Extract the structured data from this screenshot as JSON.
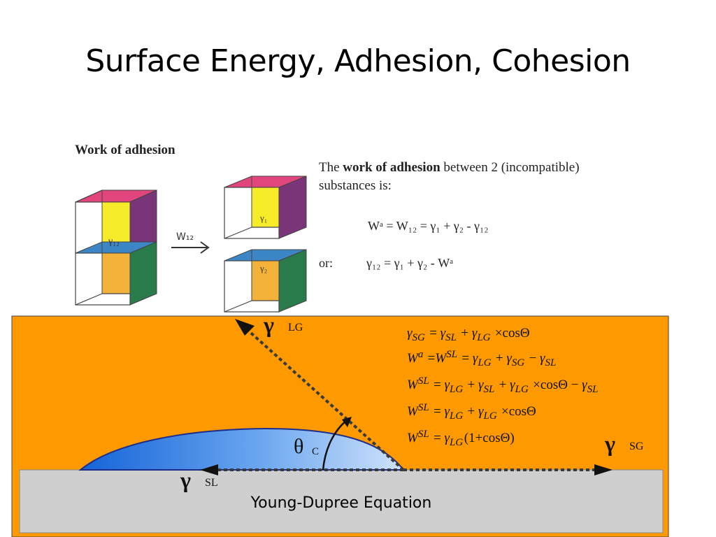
{
  "slide": {
    "title": "Surface Energy, Adhesion, Cohesion"
  },
  "adhesion": {
    "heading": "Work of adhesion",
    "text_prefix": "The ",
    "text_bold": "work of adhesion",
    "text_suffix": " between 2 (incompatible)",
    "text_line2": "substances is:",
    "equation1": "Wᵃ = W₁₂ = γ₁ + γ₂ - γ₁₂",
    "or_label": "or:",
    "equation2": "γ₁₂ = γ₁ + γ₂ - Wᵃ",
    "arrow_label": "W₁₂",
    "cube_label_interface": "γ₁₂",
    "cube_label_top": "γ₁",
    "cube_label_bottom": "γ₂"
  },
  "young": {
    "caption": "Young-Dupree Equation",
    "gamma_lg": {
      "symbol": "γ",
      "sub": "LG"
    },
    "gamma_sg": {
      "symbol": "γ",
      "sub": "SG"
    },
    "gamma_sl": {
      "symbol": "γ",
      "sub": "SL"
    },
    "theta": {
      "symbol": "θ",
      "sub": "C"
    },
    "equations": [
      [
        [
          "i",
          "γ"
        ],
        [
          "s",
          "SG"
        ],
        [
          "r",
          " = "
        ],
        [
          "i",
          "γ"
        ],
        [
          "s",
          "SL"
        ],
        [
          "r",
          " + "
        ],
        [
          "i",
          "γ"
        ],
        [
          "s",
          "LG"
        ],
        [
          "r",
          " ×cosΘ"
        ]
      ],
      [
        [
          "i",
          "W"
        ],
        [
          "p",
          "a"
        ],
        [
          "r",
          " ="
        ],
        [
          "i",
          "W"
        ],
        [
          "p",
          "SL"
        ],
        [
          "r",
          " = "
        ],
        [
          "i",
          "γ"
        ],
        [
          "s",
          "LG"
        ],
        [
          "r",
          " + "
        ],
        [
          "i",
          "γ"
        ],
        [
          "s",
          "SG"
        ],
        [
          "r",
          " − "
        ],
        [
          "i",
          "γ"
        ],
        [
          "s",
          "SL"
        ]
      ],
      [
        [
          "i",
          "W"
        ],
        [
          "p",
          "SL"
        ],
        [
          "r",
          " = "
        ],
        [
          "i",
          "γ"
        ],
        [
          "s",
          "LG"
        ],
        [
          "r",
          " + "
        ],
        [
          "i",
          "γ"
        ],
        [
          "s",
          "SL"
        ],
        [
          "r",
          " + "
        ],
        [
          "i",
          "γ"
        ],
        [
          "s",
          "LG"
        ],
        [
          "r",
          " ×cosΘ − "
        ],
        [
          "i",
          "γ"
        ],
        [
          "s",
          "SL"
        ]
      ],
      [
        [
          "i",
          "W"
        ],
        [
          "p",
          "SL"
        ],
        [
          "r",
          " = "
        ],
        [
          "i",
          "γ"
        ],
        [
          "s",
          "LG"
        ],
        [
          "r",
          " + "
        ],
        [
          "i",
          "γ"
        ],
        [
          "s",
          "LG"
        ],
        [
          "r",
          " ×cosΘ"
        ]
      ],
      [
        [
          "i",
          "W"
        ],
        [
          "p",
          "SL"
        ],
        [
          "r",
          " = "
        ],
        [
          "i",
          "γ"
        ],
        [
          "s",
          "LG"
        ],
        [
          "r",
          "(1+cosΘ)"
        ]
      ]
    ]
  },
  "colors": {
    "orange": "#fe9900",
    "substrate": "#cfcfcf",
    "pink": "#e2447d",
    "yellow": "#f7ec2a",
    "purple": "#7a3579",
    "blue": "#3d86c6",
    "gold": "#f3b23a",
    "green": "#2a7b4b"
  }
}
